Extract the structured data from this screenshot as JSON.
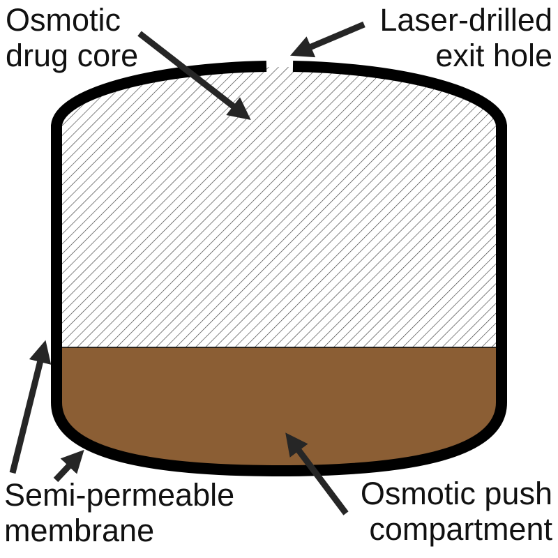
{
  "labels": {
    "drug_core": {
      "line1": "Osmotic",
      "line2": "drug core"
    },
    "exit_hole": {
      "line1": "Laser-drilled",
      "line2": "exit hole"
    },
    "membrane": {
      "line1": "Semi-permeable",
      "line2": "membrane"
    },
    "push_compartment": {
      "line1": "Osmotic push",
      "line2": "compartment"
    }
  },
  "colors": {
    "outline": "#000000",
    "push_fill": "#8b5e34",
    "hatch": "#3a3a3a",
    "arrow": "#262626",
    "text": "#111111"
  }
}
